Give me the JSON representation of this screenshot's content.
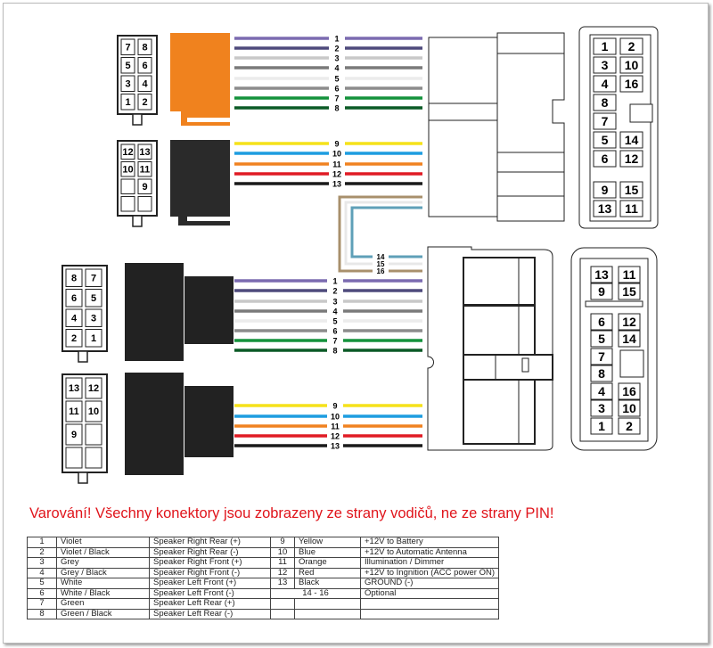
{
  "top_plug_a": {
    "pins": [
      [
        "7",
        "8"
      ],
      [
        "5",
        "6"
      ],
      [
        "3",
        "4"
      ],
      [
        "1",
        "2"
      ]
    ]
  },
  "top_plug_b": {
    "pins": [
      [
        "12",
        "13"
      ],
      [
        "10",
        "11"
      ],
      [
        "",
        "9"
      ],
      [
        "",
        ""
      ]
    ]
  },
  "bottom_plug_a": {
    "pins": [
      [
        "8",
        "7"
      ],
      [
        "6",
        "5"
      ],
      [
        "4",
        "3"
      ],
      [
        "2",
        "1"
      ]
    ]
  },
  "bottom_plug_b": {
    "pins": [
      [
        "13",
        "12"
      ],
      [
        "11",
        "10"
      ],
      [
        "9",
        ""
      ],
      [
        "",
        ""
      ]
    ]
  },
  "top_socket_pins": [
    [
      "1",
      "2"
    ],
    [
      "3",
      "10"
    ],
    [
      "4",
      "16"
    ],
    [
      "8",
      ""
    ],
    [
      "7",
      ""
    ],
    [
      "5",
      "14"
    ],
    [
      "6",
      "12"
    ],
    [
      "9",
      "15"
    ],
    [
      "13",
      "11"
    ]
  ],
  "bottom_socket_pins": [
    [
      "13",
      "11"
    ],
    [
      "9",
      "15"
    ],
    [
      "6",
      "12"
    ],
    [
      "5",
      "14"
    ],
    [
      "7",
      ""
    ],
    [
      "8",
      ""
    ],
    [
      "4",
      "16"
    ],
    [
      "3",
      "10"
    ],
    [
      "1",
      "2"
    ]
  ],
  "wires_speaker": [
    {
      "n": "1",
      "color": "#7b6bb0"
    },
    {
      "n": "2",
      "color": "#4e4a7c"
    },
    {
      "n": "3",
      "color": "#c8c8c8"
    },
    {
      "n": "4",
      "color": "#7a7a7a"
    },
    {
      "n": "5",
      "color": "#ececec"
    },
    {
      "n": "6",
      "color": "#8c8c8c"
    },
    {
      "n": "7",
      "color": "#14923c"
    },
    {
      "n": "8",
      "color": "#0b5a26"
    }
  ],
  "wires_power": [
    {
      "n": "9",
      "color": "#f5e21a"
    },
    {
      "n": "10",
      "color": "#1e9de0"
    },
    {
      "n": "11",
      "color": "#f08220"
    },
    {
      "n": "12",
      "color": "#e01b24"
    },
    {
      "n": "13",
      "color": "#1a1a1a"
    }
  ],
  "wires_optional": [
    {
      "n": "14",
      "color": "#5fa0b8"
    },
    {
      "n": "15",
      "color": "#e8e8e8"
    },
    {
      "n": "16",
      "color": "#a8906c"
    }
  ],
  "colors": {
    "orange_plug": "#f0821e",
    "black_plug": "#2a2a2a"
  },
  "warning": "Varování! Všechny konektory jsou zobrazeny ze strany vodičů, ne ze strany PIN!",
  "table": {
    "left": [
      [
        "1",
        "Violet",
        "Speaker Right Rear (+)"
      ],
      [
        "2",
        "Violet / Black",
        "Speaker Right Rear (-)"
      ],
      [
        "3",
        "Grey",
        "Speaker Right Front (+)"
      ],
      [
        "4",
        "Grey / Black",
        "Speaker Right Front (-)"
      ],
      [
        "5",
        "White",
        "Speaker Left Front (+)"
      ],
      [
        "6",
        "White / Black",
        "Speaker Left Front (-)"
      ],
      [
        "7",
        "Green",
        "Speaker Left Rear (+)"
      ],
      [
        "8",
        "Green / Black",
        "Speaker Left Rear (-)"
      ]
    ],
    "right": [
      [
        "9",
        "Yellow",
        "+12V to Battery"
      ],
      [
        "10",
        "Blue",
        "+12V to Automatic Antenna"
      ],
      [
        "11",
        "Orange",
        "Illumination / Dimmer"
      ],
      [
        "12",
        "Red",
        "+12V to Ingnition (ACC power ON)"
      ],
      [
        "13",
        "Black",
        "GROUND (-)"
      ],
      [
        "14 - 16",
        "",
        "Optional"
      ],
      [
        "",
        "",
        ""
      ],
      [
        "",
        "",
        ""
      ]
    ]
  }
}
